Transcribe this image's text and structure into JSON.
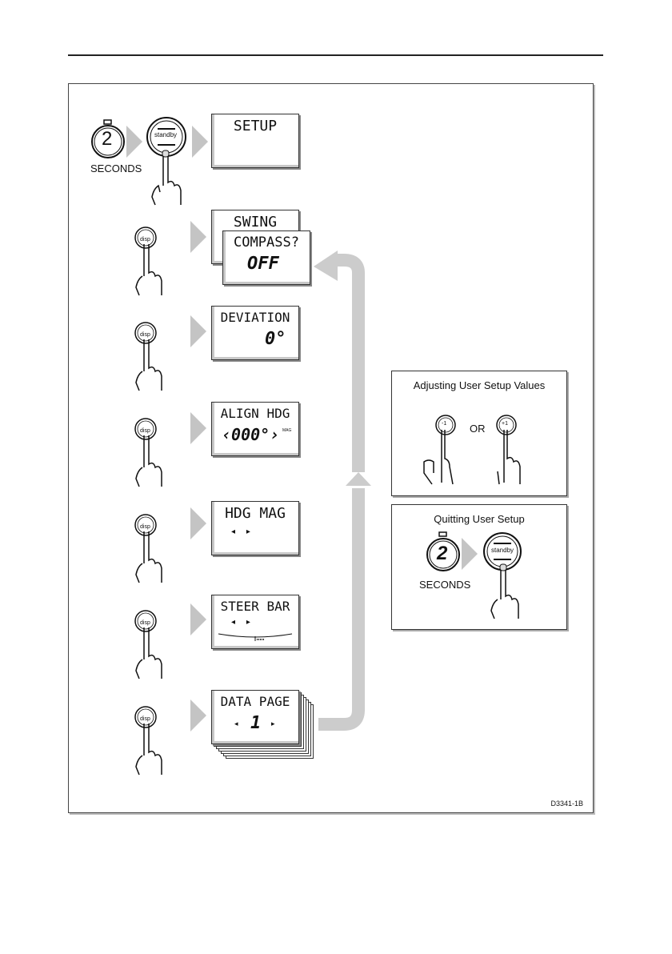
{
  "diagram": {
    "figure_code": "D3341-1B",
    "timer": {
      "value": "2",
      "label": "SECONDS"
    },
    "buttons": {
      "standby": "standby",
      "disp": "disp",
      "minus": "-1",
      "plus": "+1"
    },
    "screens": [
      {
        "id": "setup",
        "title": "SETUP",
        "value": ""
      },
      {
        "id": "swing",
        "title": "SWING",
        "value": ""
      },
      {
        "id": "compass",
        "title": "COMPASS?",
        "value": "OFF"
      },
      {
        "id": "deviation",
        "title": "DEVIATION",
        "value": "0°"
      },
      {
        "id": "align-hdg",
        "title": "ALIGN HDG",
        "value": "‹000°›",
        "unit": "MAG"
      },
      {
        "id": "hdg-mag",
        "title": "HDG MAG",
        "value": "◂     ▸"
      },
      {
        "id": "steer-bar",
        "title": "STEER BAR",
        "value": "◂     ▸"
      },
      {
        "id": "data-page",
        "title": "DATA PAGE",
        "value": "1"
      }
    ],
    "adjust_panel": {
      "title": "Adjusting User Setup Values",
      "or_label": "OR"
    },
    "quit_panel": {
      "title": "Quitting User Setup",
      "timer_value": "2",
      "timer_label": "SECONDS"
    }
  }
}
